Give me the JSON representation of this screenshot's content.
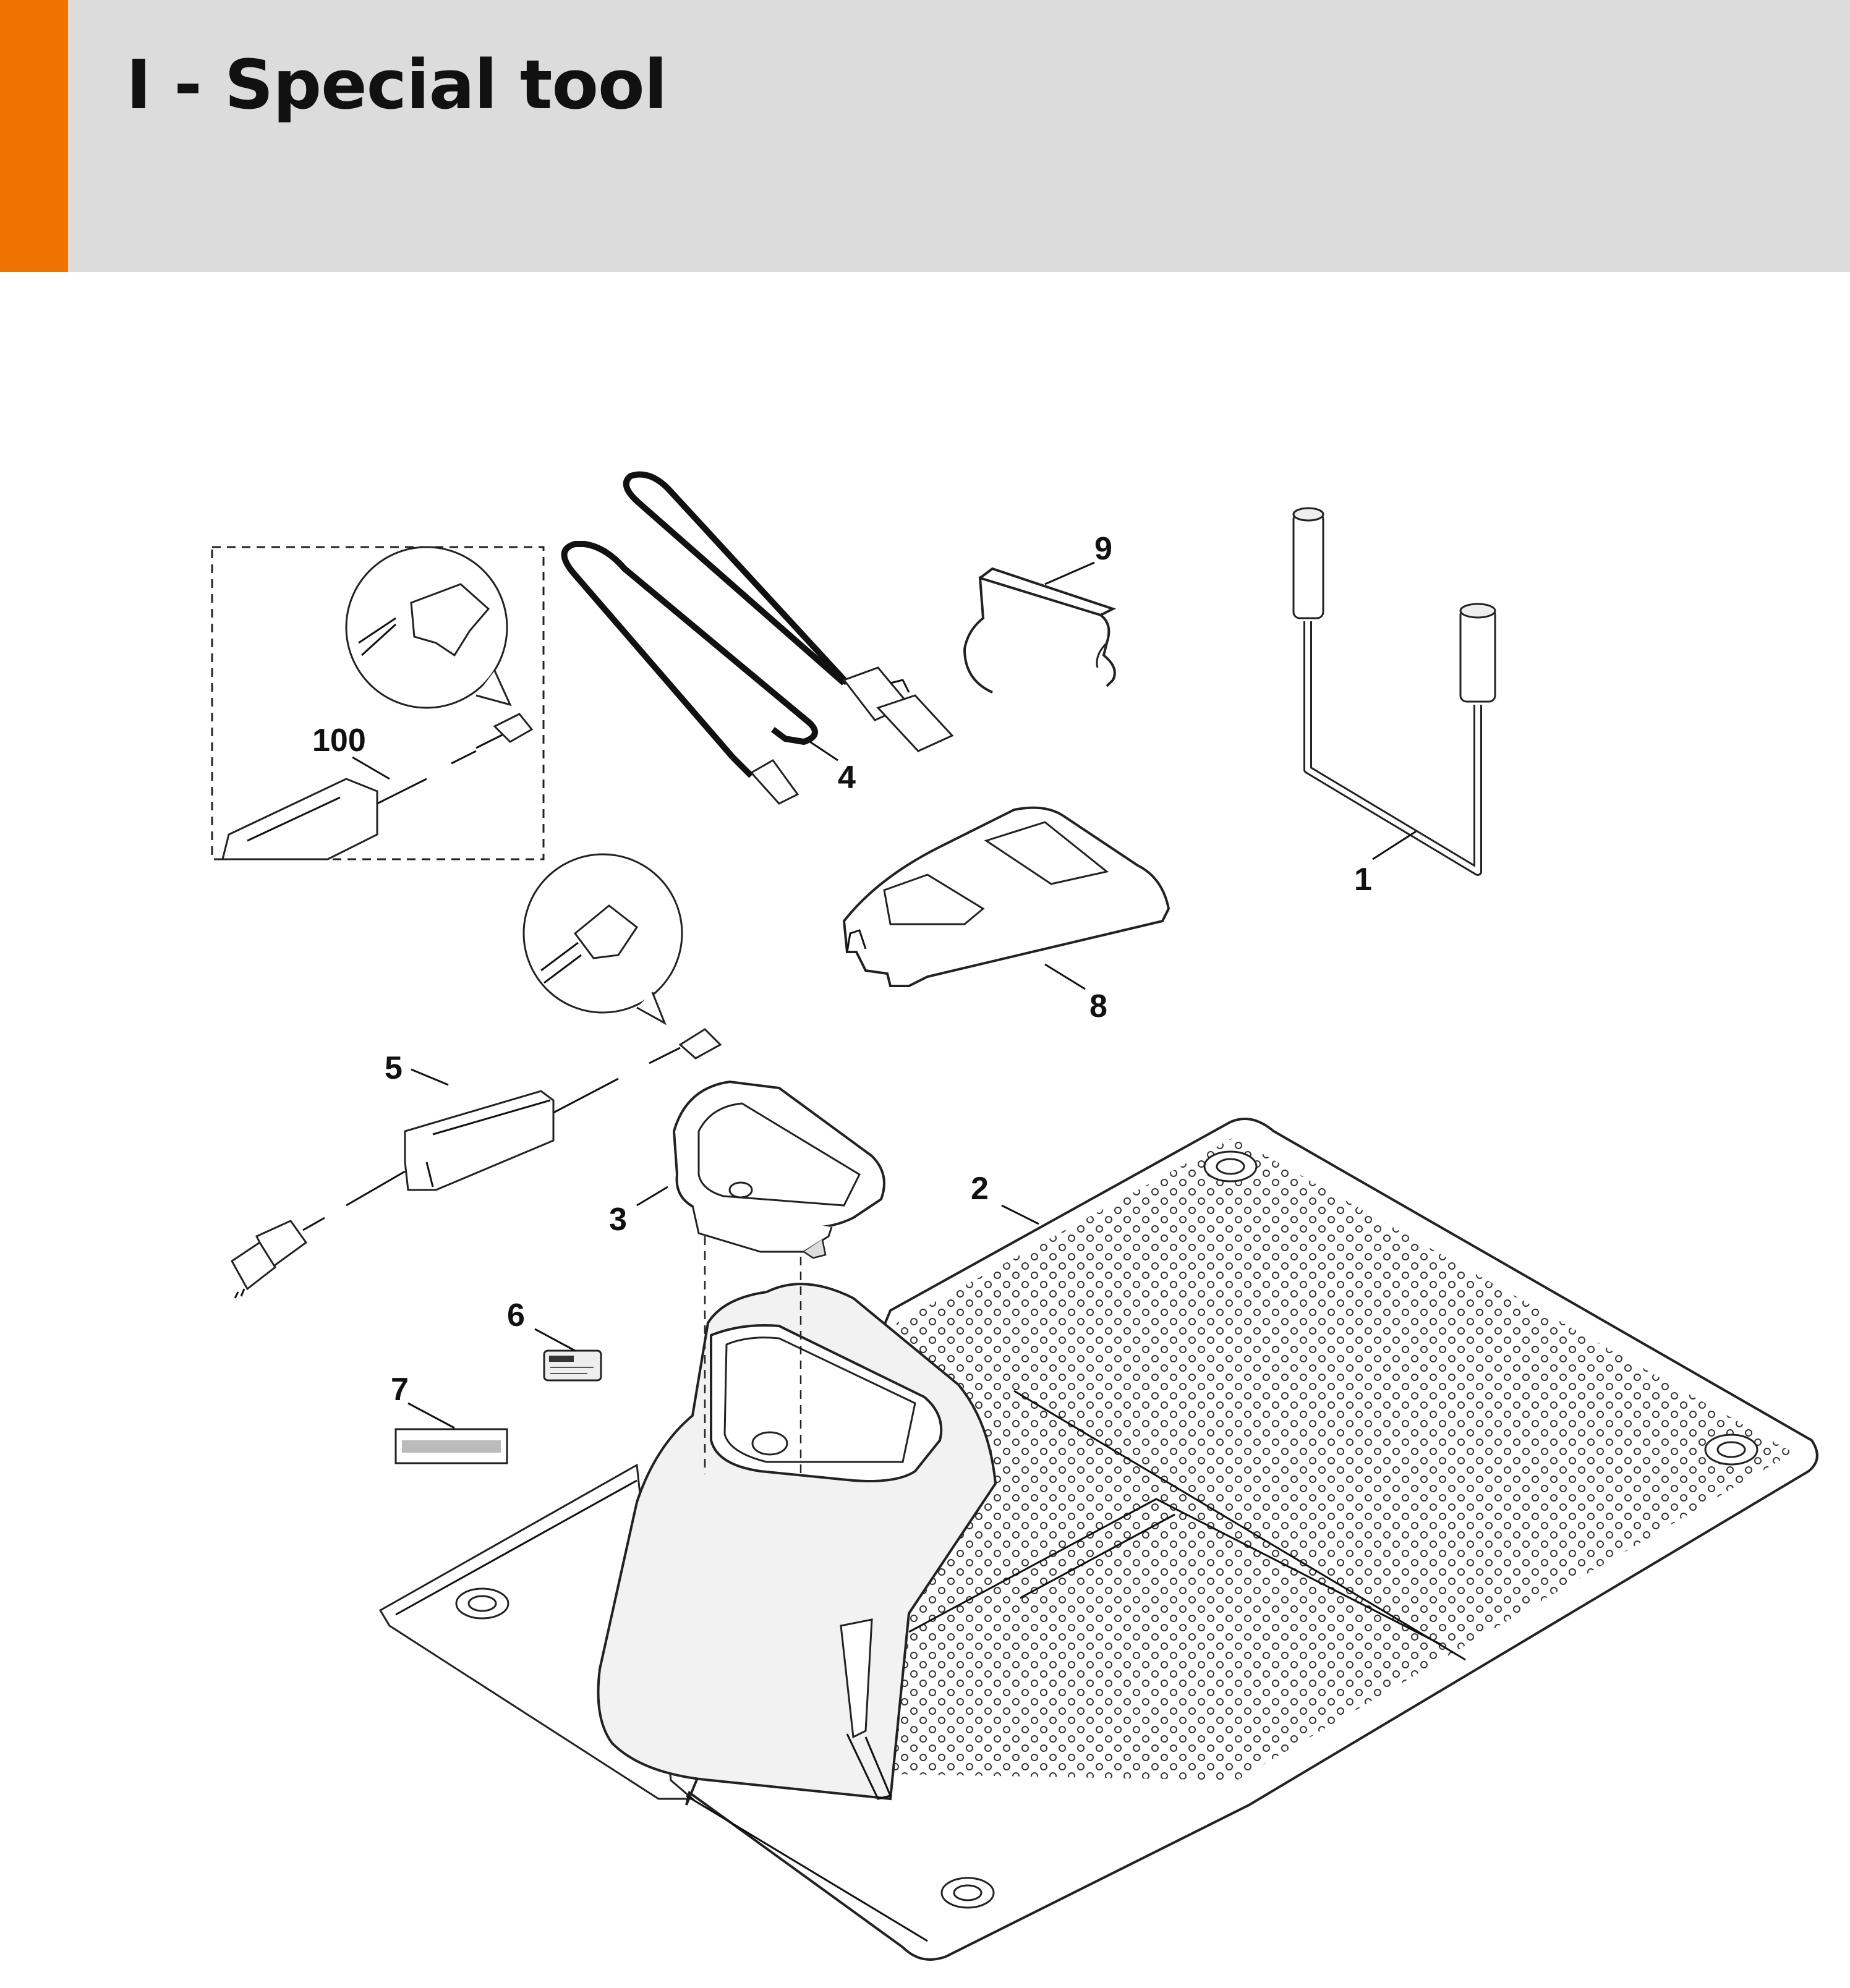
{
  "page": {
    "title": "I - Special tool",
    "accent_color": "#ef7300",
    "header_bg": "#dcdcdc"
  },
  "diagram": {
    "callouts": [
      {
        "id": "1",
        "part": "u-shaped-tool-icon"
      },
      {
        "id": "2",
        "part": "base-plate-icon"
      },
      {
        "id": "3",
        "part": "charging-contact-cover-icon"
      },
      {
        "id": "4",
        "part": "usb-cable-icon"
      },
      {
        "id": "5",
        "part": "power-supply-icon"
      },
      {
        "id": "6",
        "part": "small-label-icon"
      },
      {
        "id": "7",
        "part": "label-strip-icon"
      },
      {
        "id": "8",
        "part": "docking-hood-icon"
      },
      {
        "id": "9",
        "part": "wire-clip-icon"
      },
      {
        "id": "100",
        "part": "power-supply-kit-icon"
      }
    ]
  }
}
